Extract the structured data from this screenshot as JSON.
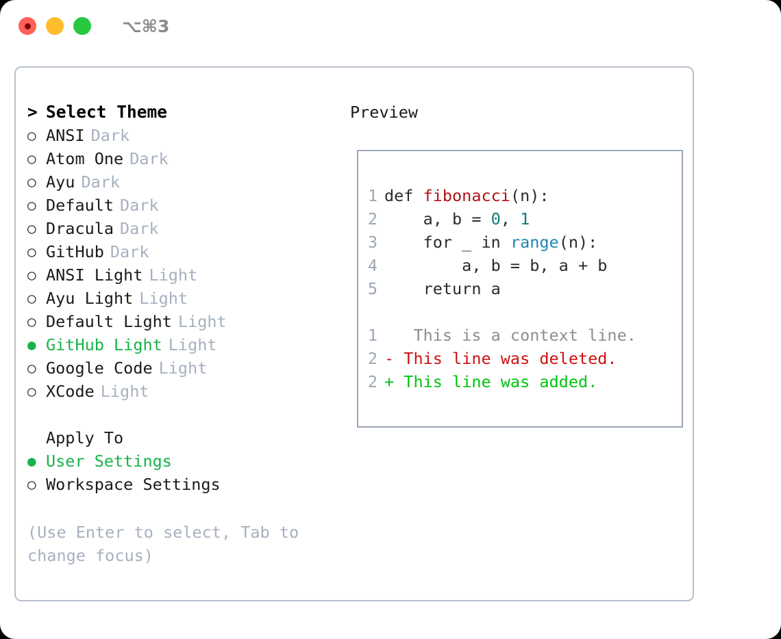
{
  "titlebar": {
    "shortcut": "⌥⌘3",
    "lights": [
      {
        "name": "close",
        "color": "#FF6058",
        "has_dot": true
      },
      {
        "name": "minimize",
        "color": "#FFBD2E",
        "has_dot": false
      },
      {
        "name": "maximize",
        "color": "#28C840",
        "has_dot": false
      }
    ]
  },
  "theme_picker": {
    "header": {
      "caret": ">",
      "label": "Select Theme"
    },
    "items": [
      {
        "bullet": "○",
        "label": "ANSI",
        "tag": "Dark",
        "selected": false
      },
      {
        "bullet": "○",
        "label": "Atom One",
        "tag": "Dark",
        "selected": false
      },
      {
        "bullet": "○",
        "label": "Ayu",
        "tag": "Dark",
        "selected": false
      },
      {
        "bullet": "○",
        "label": "Default",
        "tag": "Dark",
        "selected": false
      },
      {
        "bullet": "○",
        "label": "Dracula",
        "tag": "Dark",
        "selected": false
      },
      {
        "bullet": "○",
        "label": "GitHub",
        "tag": "Dark",
        "selected": false
      },
      {
        "bullet": "○",
        "label": "ANSI Light",
        "tag": "Light",
        "selected": false
      },
      {
        "bullet": "○",
        "label": "Ayu Light",
        "tag": "Light",
        "selected": false
      },
      {
        "bullet": "○",
        "label": "Default Light",
        "tag": "Light",
        "selected": false
      },
      {
        "bullet": "●",
        "label": "GitHub Light",
        "tag": "Light",
        "selected": true
      },
      {
        "bullet": "○",
        "label": "Google Code",
        "tag": "Light",
        "selected": false
      },
      {
        "bullet": "○",
        "label": "XCode",
        "tag": "Light",
        "selected": false
      }
    ]
  },
  "apply_to": {
    "header": "Apply To",
    "items": [
      {
        "bullet": "●",
        "label": "User Settings",
        "selected": true
      },
      {
        "bullet": "○",
        "label": "Workspace Settings",
        "selected": false
      }
    ]
  },
  "hint": "(Use Enter to select, Tab to change focus)",
  "preview": {
    "title": "Preview",
    "code_lines": [
      {
        "number": "1",
        "tokens": [
          {
            "text": "def ",
            "type": "kw"
          },
          {
            "text": "fibonacci",
            "type": "fn"
          },
          {
            "text": "(n):",
            "type": "plain"
          }
        ]
      },
      {
        "number": "2",
        "tokens": [
          {
            "text": "    a, b = ",
            "type": "plain"
          },
          {
            "text": "0",
            "type": "num"
          },
          {
            "text": ", ",
            "type": "plain"
          },
          {
            "text": "1",
            "type": "num"
          }
        ]
      },
      {
        "number": "3",
        "tokens": [
          {
            "text": "    for _ in ",
            "type": "plain"
          },
          {
            "text": "range",
            "type": "call"
          },
          {
            "text": "(n):",
            "type": "plain"
          }
        ]
      },
      {
        "number": "4",
        "tokens": [
          {
            "text": "        a, b = b, a + b",
            "type": "plain"
          }
        ]
      },
      {
        "number": "5",
        "tokens": [
          {
            "text": "    return a",
            "type": "plain"
          }
        ]
      }
    ],
    "diff_lines": [
      {
        "number": "1",
        "marker": " ",
        "text": "  This is a context line.",
        "kind": "ctx"
      },
      {
        "number": "2",
        "marker": "-",
        "text": " This line was deleted.",
        "kind": "del"
      },
      {
        "number": "2",
        "marker": "+",
        "text": " This line was added.",
        "kind": "add"
      }
    ]
  },
  "colors": {
    "accent_green": "#17B34A",
    "muted": "#A6B0BF",
    "panel_border": "#B6BFCC",
    "preview_border": "#9AA7B6",
    "syntax_function": "#B31217",
    "syntax_number": "#0F7B7B",
    "syntax_call": "#1F87B5",
    "diff_delete": "#CC1111",
    "diff_add": "#00C40E",
    "diff_context": "#8E8E8E"
  }
}
